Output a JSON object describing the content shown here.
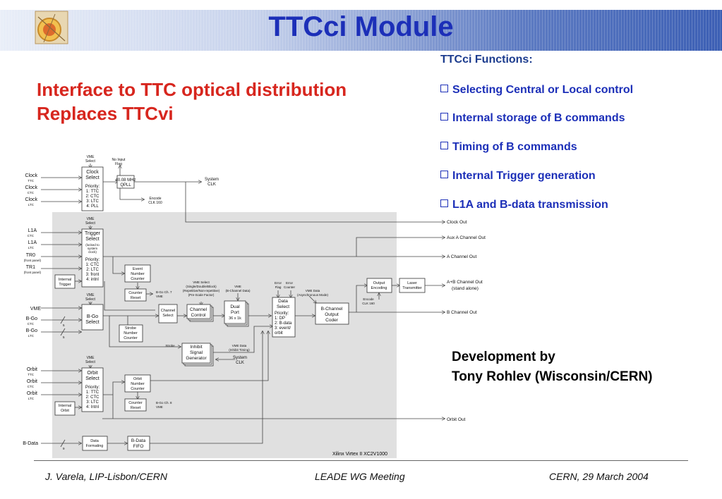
{
  "title": "TTCci Module",
  "subtitle_lines": [
    "Interface to TTC optical distribution",
    "Replaces TTCvi"
  ],
  "functions": {
    "heading": "TTCci Functions:",
    "items": [
      "Selecting Central or Local control",
      "Internal storage of B commands",
      "Timing of B commands",
      "Internal Trigger generation",
      "L1A and B-data transmission"
    ]
  },
  "development": [
    "Development by",
    "Tony Rohlev (Wisconsin/CERN)"
  ],
  "footer": {
    "left": "J. Varela, LIP-Lisbon/CERN",
    "center": "LEADE WG Meeting",
    "right": "CERN, 29 March 2004"
  },
  "logo_icon": "cms-logo-icon",
  "colors": {
    "title": "#1c2fb8",
    "subtitle": "#d7261e",
    "fpga_bg": "#e0e0e0"
  },
  "diagram": {
    "fpga_label": "Xilinx Virtex II XC2V1000",
    "clock_select": {
      "vme": [
        "VME",
        "Select"
      ],
      "title": [
        "Clock",
        "Select"
      ],
      "priority": [
        "Priority:",
        "1: TTC",
        "2: CTC",
        "3: LTC",
        "4: PLL"
      ]
    },
    "no_input_flag": [
      "No Input",
      "Flag"
    ],
    "qpll": [
      "40.08 MHz",
      "QPLL"
    ],
    "system_clk": [
      "System",
      "CLK"
    ],
    "encode_clk160": [
      "Encode",
      "CLK 160"
    ],
    "clock_inputs": [
      {
        "label": "Clock",
        "sub": "TTC"
      },
      {
        "label": "Clock",
        "sub": "CTC"
      },
      {
        "label": "Clock",
        "sub": "LTC"
      }
    ],
    "trigger_select": {
      "vme": [
        "VME",
        "Select"
      ],
      "title": [
        "Trigger",
        "Select"
      ],
      "note": [
        "(locked to",
        "system",
        "clock)"
      ],
      "priority": [
        "Priority:",
        "1: CTC",
        "2: LTC",
        "3: front",
        "4: intnl"
      ]
    },
    "trigger_inputs": [
      {
        "label": "L1A",
        "sub": "CTC"
      },
      {
        "label": "L1A",
        "sub": "LTC"
      },
      {
        "label": "TR0",
        "sub": "(front panel)"
      },
      {
        "label": "TR1",
        "sub": "(front panel)"
      }
    ],
    "internal_trigger": [
      "Internal",
      "Trigger"
    ],
    "event_counter": [
      "Event",
      "Number",
      "Counter"
    ],
    "counter_reset": [
      "Counter",
      "Reset"
    ],
    "bgo_ch7": [
      "B-Go Ch. 7",
      "VME"
    ],
    "vme_select_mode": [
      "VME Select",
      "(Single/Double/Block)",
      "(Repetitive/Non-repetitive)",
      "(Pre-Scale Factor)"
    ],
    "vme_channel_data": [
      "VME",
      "(B-Channel Data)"
    ],
    "channel_select": [
      "Channel",
      "Select"
    ],
    "channel_control": [
      "Channel",
      "Control"
    ],
    "dual_port": [
      "Dual",
      "Port",
      "36 x 1k"
    ],
    "error_flag": [
      "Error",
      "Flag"
    ],
    "error_counter": [
      "Error",
      "Counter"
    ],
    "vme_data_async": [
      "VME Data",
      "(Asynchronous Mode)"
    ],
    "data_select": {
      "title": [
        "Data",
        "Select"
      ],
      "priority": [
        "Priority:",
        "1: DP",
        "2: B-data",
        "3: event/",
        "orbit"
      ]
    },
    "bchannel_coder": [
      "B-Channel",
      "Output",
      "Coder"
    ],
    "output_encoding": [
      "Output",
      "Encoding"
    ],
    "laser_transmitter": [
      "Laser",
      "Transmitter"
    ],
    "encode_clk160_b": [
      "Encode",
      "CLK 160"
    ],
    "bgo_select": {
      "vme": [
        "VME",
        "Select"
      ],
      "title": [
        "B-Go",
        "Select"
      ]
    },
    "bgo_inputs": [
      {
        "label": "VME",
        "sub": ""
      },
      {
        "label": "B-Go",
        "sub": "CTC"
      },
      {
        "label": "B-Go",
        "sub": "LTC"
      }
    ],
    "bus_widths": [
      "5",
      "5",
      "9"
    ],
    "strobe_counter": [
      "Strobe",
      "Number",
      "Counter"
    ],
    "strobe": "Strobe",
    "inhibit_generator": [
      "Inhibit",
      "Signal",
      "Generator"
    ],
    "vme_data_inhibit": [
      "VME Data",
      "(Inhibit Timing)"
    ],
    "system_clk2": [
      "System",
      "CLK"
    ],
    "orbit_select": {
      "vme": [
        "VME",
        "Select"
      ],
      "title": [
        "Orbit",
        "Select"
      ],
      "priority": [
        "Priority:",
        "1: TTC",
        "2: CTC",
        "3: LTC",
        "4: Intnl"
      ]
    },
    "orbit_inputs": [
      {
        "label": "Orbit",
        "sub": "TTC"
      },
      {
        "label": "Orbit",
        "sub": "CTC"
      },
      {
        "label": "Orbit",
        "sub": "LTC"
      }
    ],
    "internal_orbit": [
      "Internal",
      "Orbit"
    ],
    "orbit_counter": [
      "Orbit",
      "Number",
      "Counter"
    ],
    "counter_reset2": [
      "Counter",
      "Reset"
    ],
    "bgo_ch8": [
      "B-Go Ch. 8",
      "VME"
    ],
    "bdata_input": "B-Data",
    "data_formating": [
      "Data",
      "Formating"
    ],
    "bdata_fifo": [
      "B-Data",
      "FIFO"
    ],
    "outputs": [
      "Clock Out",
      "Aux A Channel Out",
      "A Channel Out",
      "A+B Channel Out",
      "(stand alone)",
      "B Channel Out",
      "Orbit Out"
    ]
  }
}
